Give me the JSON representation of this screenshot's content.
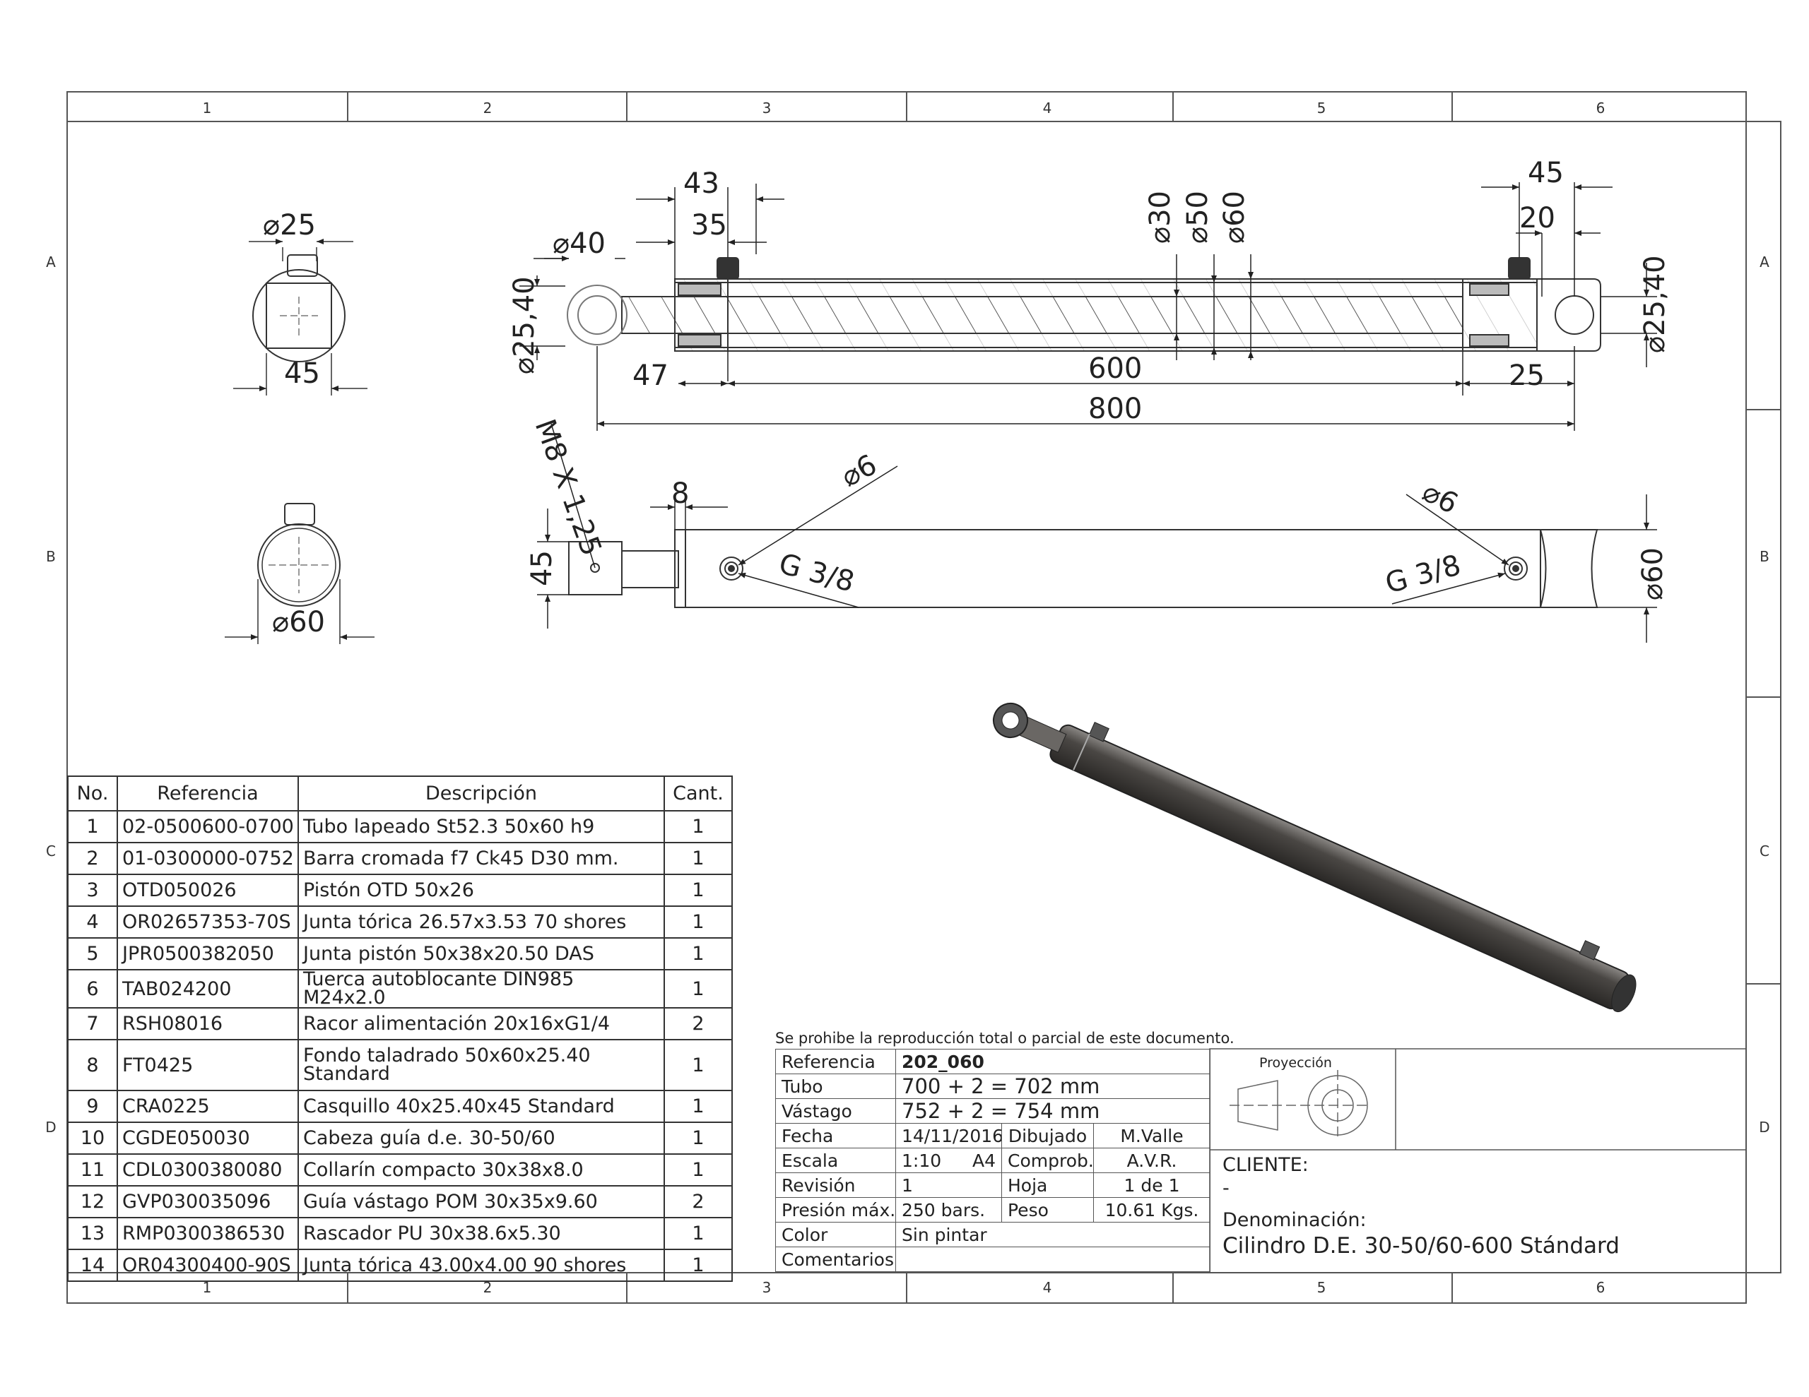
{
  "grid": {
    "columns": [
      "1",
      "2",
      "3",
      "4",
      "5",
      "6"
    ],
    "rows": [
      "A",
      "B",
      "C",
      "D"
    ]
  },
  "dims": {
    "d25": "⌀25",
    "w45_end": "45",
    "d60_end": "⌀60",
    "d40": "⌀40",
    "d2540_left": "⌀25,40",
    "d2540_right": "⌀25,40",
    "l43": "43",
    "l35": "35",
    "d30": "⌀30",
    "d50": "⌀50",
    "d60_sect": "⌀60",
    "l45_top": "45",
    "l20": "20",
    "l47": "47",
    "l600": "600",
    "l25": "25",
    "l800": "800",
    "thread_m8": "M8 X 1,25",
    "l8": "8",
    "d6_left": "⌀6",
    "d6_right": "⌀6",
    "h45_side": "45",
    "g38_left": "G 3/8",
    "g38_right": "G 3/8",
    "d60_side": "⌀60"
  },
  "bom": {
    "headers": [
      "No.",
      "Referencia",
      "Descripción",
      "Cant."
    ],
    "rows": [
      [
        "1",
        "02-0500600-0700",
        "Tubo lapeado St52.3 50x60 h9",
        "1"
      ],
      [
        "2",
        "01-0300000-0752",
        "Barra cromada f7 Ck45 D30 mm.",
        "1"
      ],
      [
        "3",
        "OTD050026",
        "Pistón OTD 50x26",
        "1"
      ],
      [
        "4",
        "OR02657353-70S",
        "Junta tórica 26.57x3.53 70 shores",
        "1"
      ],
      [
        "5",
        "JPR0500382050",
        "Junta pistón 50x38x20.50 DAS",
        "1"
      ],
      [
        "6",
        "TAB024200",
        "Tuerca autoblocante DIN985 M24x2.0",
        "1"
      ],
      [
        "7",
        "RSH08016",
        "Racor alimentación 20x16xG1/4",
        "2"
      ],
      [
        "8",
        "FT0425",
        "Fondo taladrado 50x60x25.40 Standard",
        "1"
      ],
      [
        "9",
        "CRA0225",
        "Casquillo 40x25.40x45 Standard",
        "1"
      ],
      [
        "10",
        "CGDE050030",
        "Cabeza guía d.e. 30-50/60",
        "1"
      ],
      [
        "11",
        "CDL0300380080",
        "Collarín compacto 30x38x8.0",
        "1"
      ],
      [
        "12",
        "GVP030035096",
        "Guía vástago POM 30x35x9.60",
        "2"
      ],
      [
        "13",
        "RMP0300386530",
        "Rascador PU 30x38.6x5.30",
        "1"
      ],
      [
        "14",
        "OR04300400-90S",
        "Junta tórica 43.00x4.00 90 shores",
        "1"
      ]
    ]
  },
  "titleblock": {
    "notice": "Se prohibe la reproducción total o parcial de este documento.",
    "referencia_label": "Referencia",
    "referencia": "202_060",
    "tubo_label": "Tubo",
    "tubo": "700 + 2 = 702 mm",
    "vastago_label": "Vástago",
    "vastago": "752 + 2 = 754 mm",
    "fecha_label": "Fecha",
    "fecha": "14/11/2016",
    "dibujado_label": "Dibujado",
    "dibujado": "M.Valle",
    "escala_label": "Escala",
    "escala": "1:10",
    "formato": "A4",
    "comprob_label": "Comprob.",
    "comprob": "A.V.R.",
    "revision_label": "Revisión",
    "revision": "1",
    "hoja_label": "Hoja",
    "hoja": "1  de  1",
    "presion_label": "Presión máx.",
    "presion": "250 bars.",
    "peso_label": "Peso",
    "peso": "10.61   Kgs.",
    "color_label": "Color",
    "color": "Sin pintar",
    "comentarios_label": "Comentarios",
    "proyeccion": "Proyección",
    "cliente_label": "CLIENTE:",
    "cliente": "-",
    "denominacion_label": "Denominación:",
    "denominacion": "Cilindro D.E. 30-50/60-600 Stándard"
  },
  "colors": {
    "line": "#333333",
    "cylinder": "#4a4744"
  }
}
